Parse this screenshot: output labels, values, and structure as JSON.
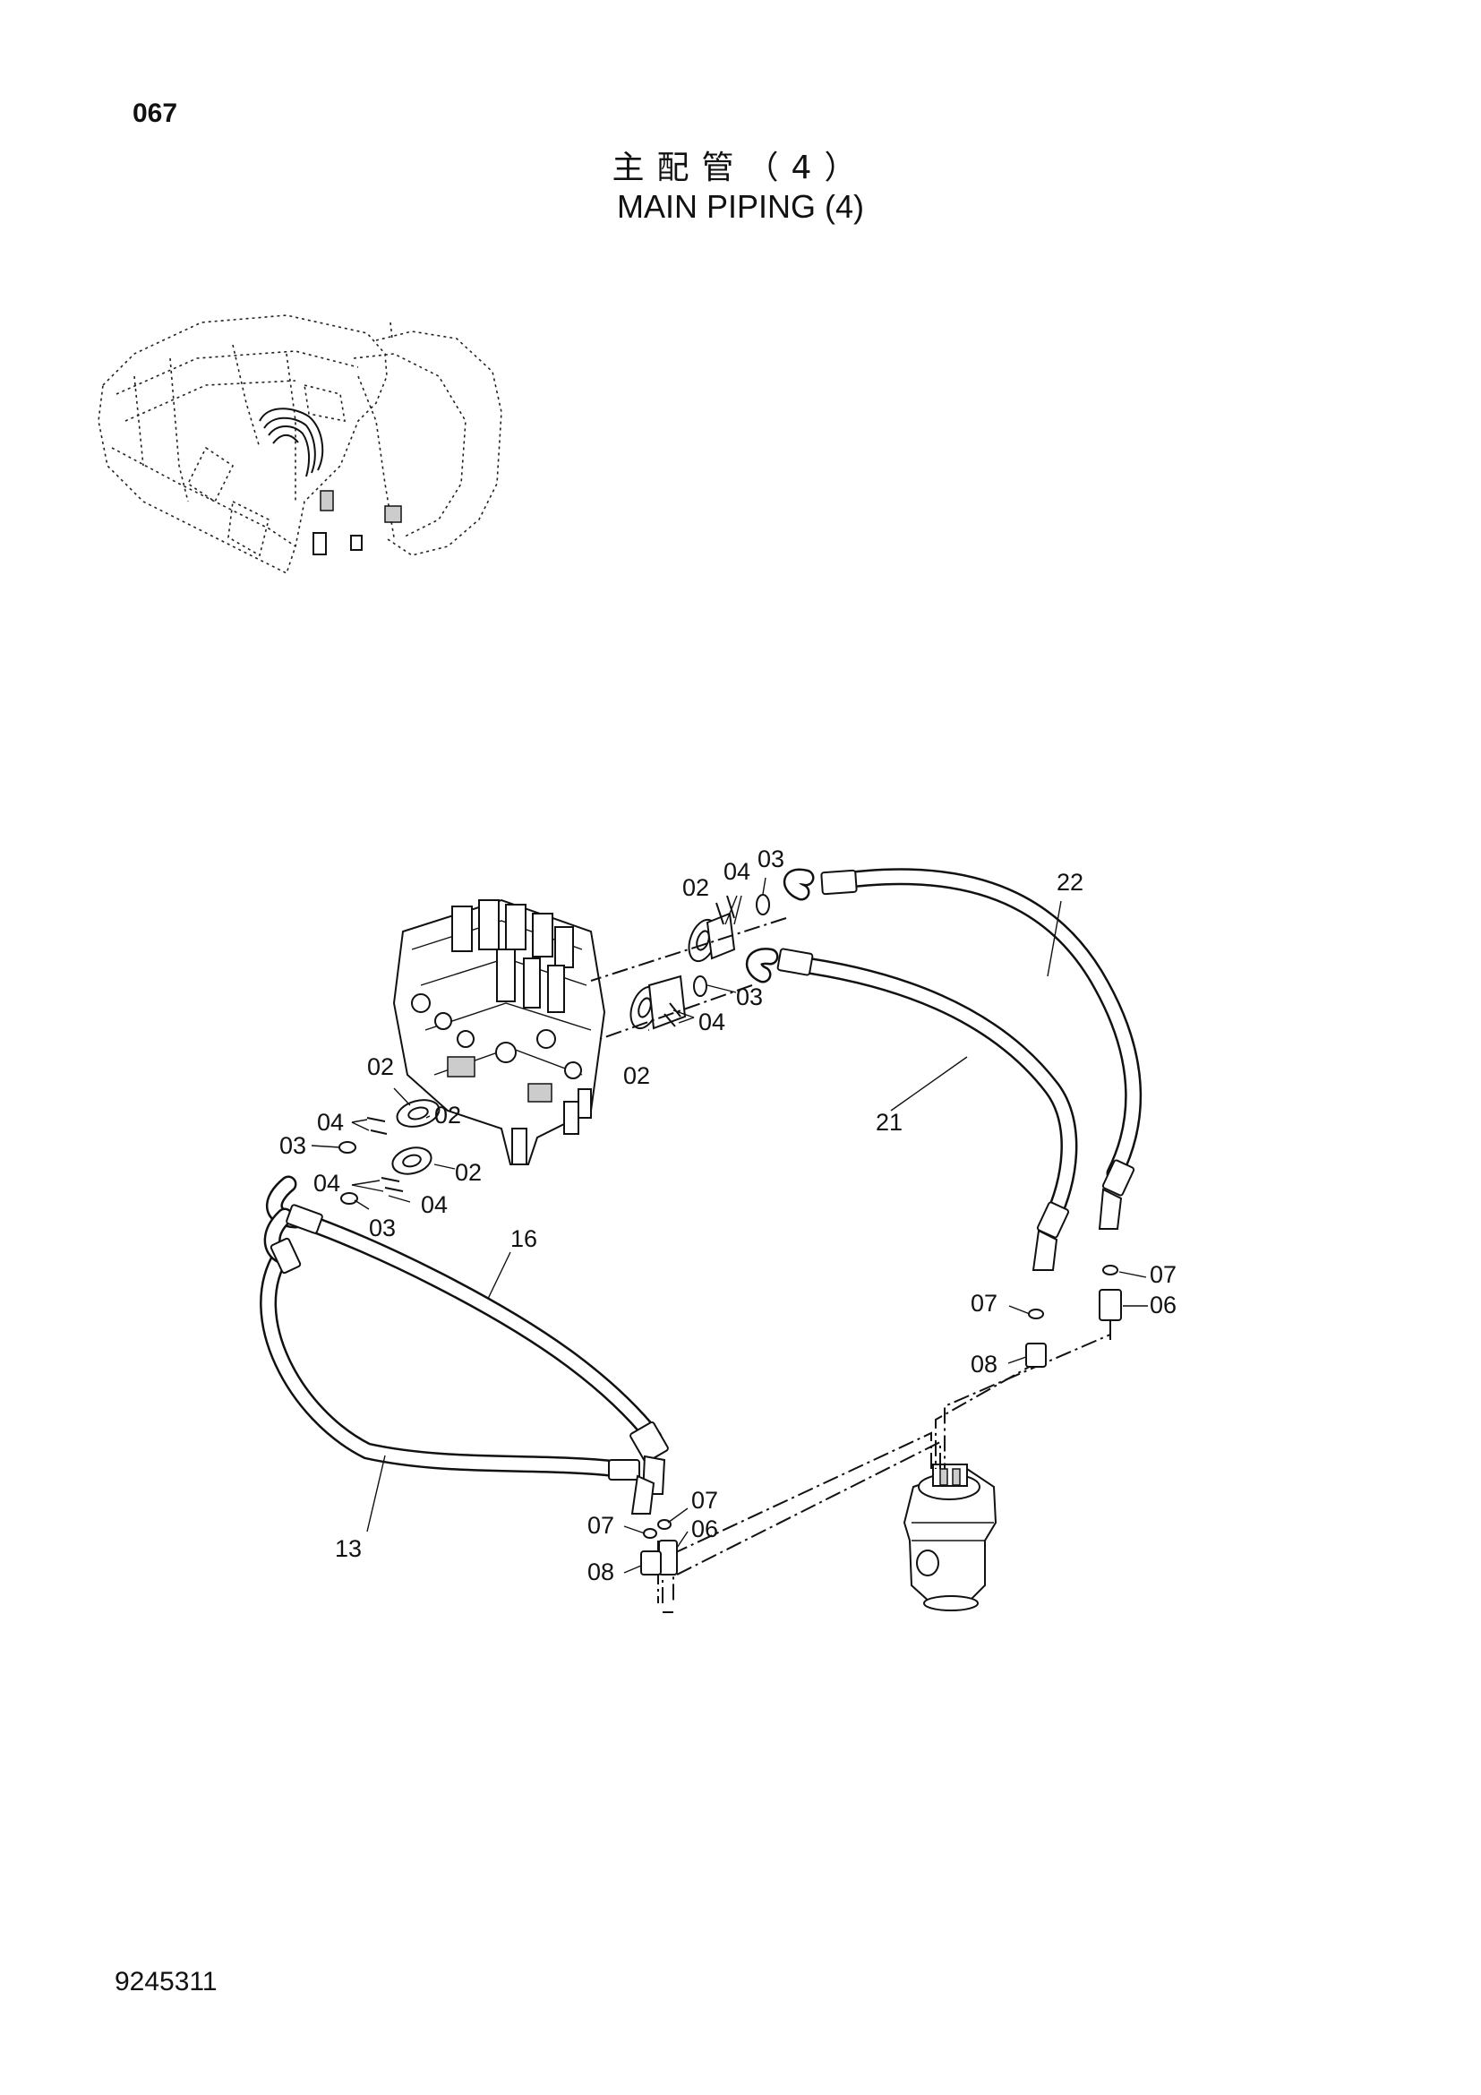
{
  "page": {
    "number": "067",
    "title_jp": "主配管（4）",
    "title_en": "MAIN PIPING (4)",
    "document_number": "9245311"
  },
  "callouts": [
    {
      "id": "c-02-a",
      "label": "02"
    },
    {
      "id": "c-04-a",
      "label": "04"
    },
    {
      "id": "c-03-a",
      "label": "03"
    },
    {
      "id": "c-22",
      "label": "22"
    },
    {
      "id": "c-03-b",
      "label": "03"
    },
    {
      "id": "c-04-b",
      "label": "04"
    },
    {
      "id": "c-02-b",
      "label": "02"
    },
    {
      "id": "c-21",
      "label": "21"
    },
    {
      "id": "c-02-c",
      "label": "02"
    },
    {
      "id": "c-04-c",
      "label": "04"
    },
    {
      "id": "c-02-d",
      "label": "02"
    },
    {
      "id": "c-03-c",
      "label": "03"
    },
    {
      "id": "c-04-d",
      "label": "04"
    },
    {
      "id": "c-02-e",
      "label": "02"
    },
    {
      "id": "c-04-e",
      "label": "04"
    },
    {
      "id": "c-03-d",
      "label": "03"
    },
    {
      "id": "c-16",
      "label": "16"
    },
    {
      "id": "c-07-a",
      "label": "07"
    },
    {
      "id": "c-07-b",
      "label": "07"
    },
    {
      "id": "c-06-a",
      "label": "06"
    },
    {
      "id": "c-08-a",
      "label": "08"
    },
    {
      "id": "c-13",
      "label": "13"
    },
    {
      "id": "c-07-c",
      "label": "07"
    },
    {
      "id": "c-07-d",
      "label": "07"
    },
    {
      "id": "c-06-b",
      "label": "06"
    },
    {
      "id": "c-08-b",
      "label": "08"
    }
  ]
}
